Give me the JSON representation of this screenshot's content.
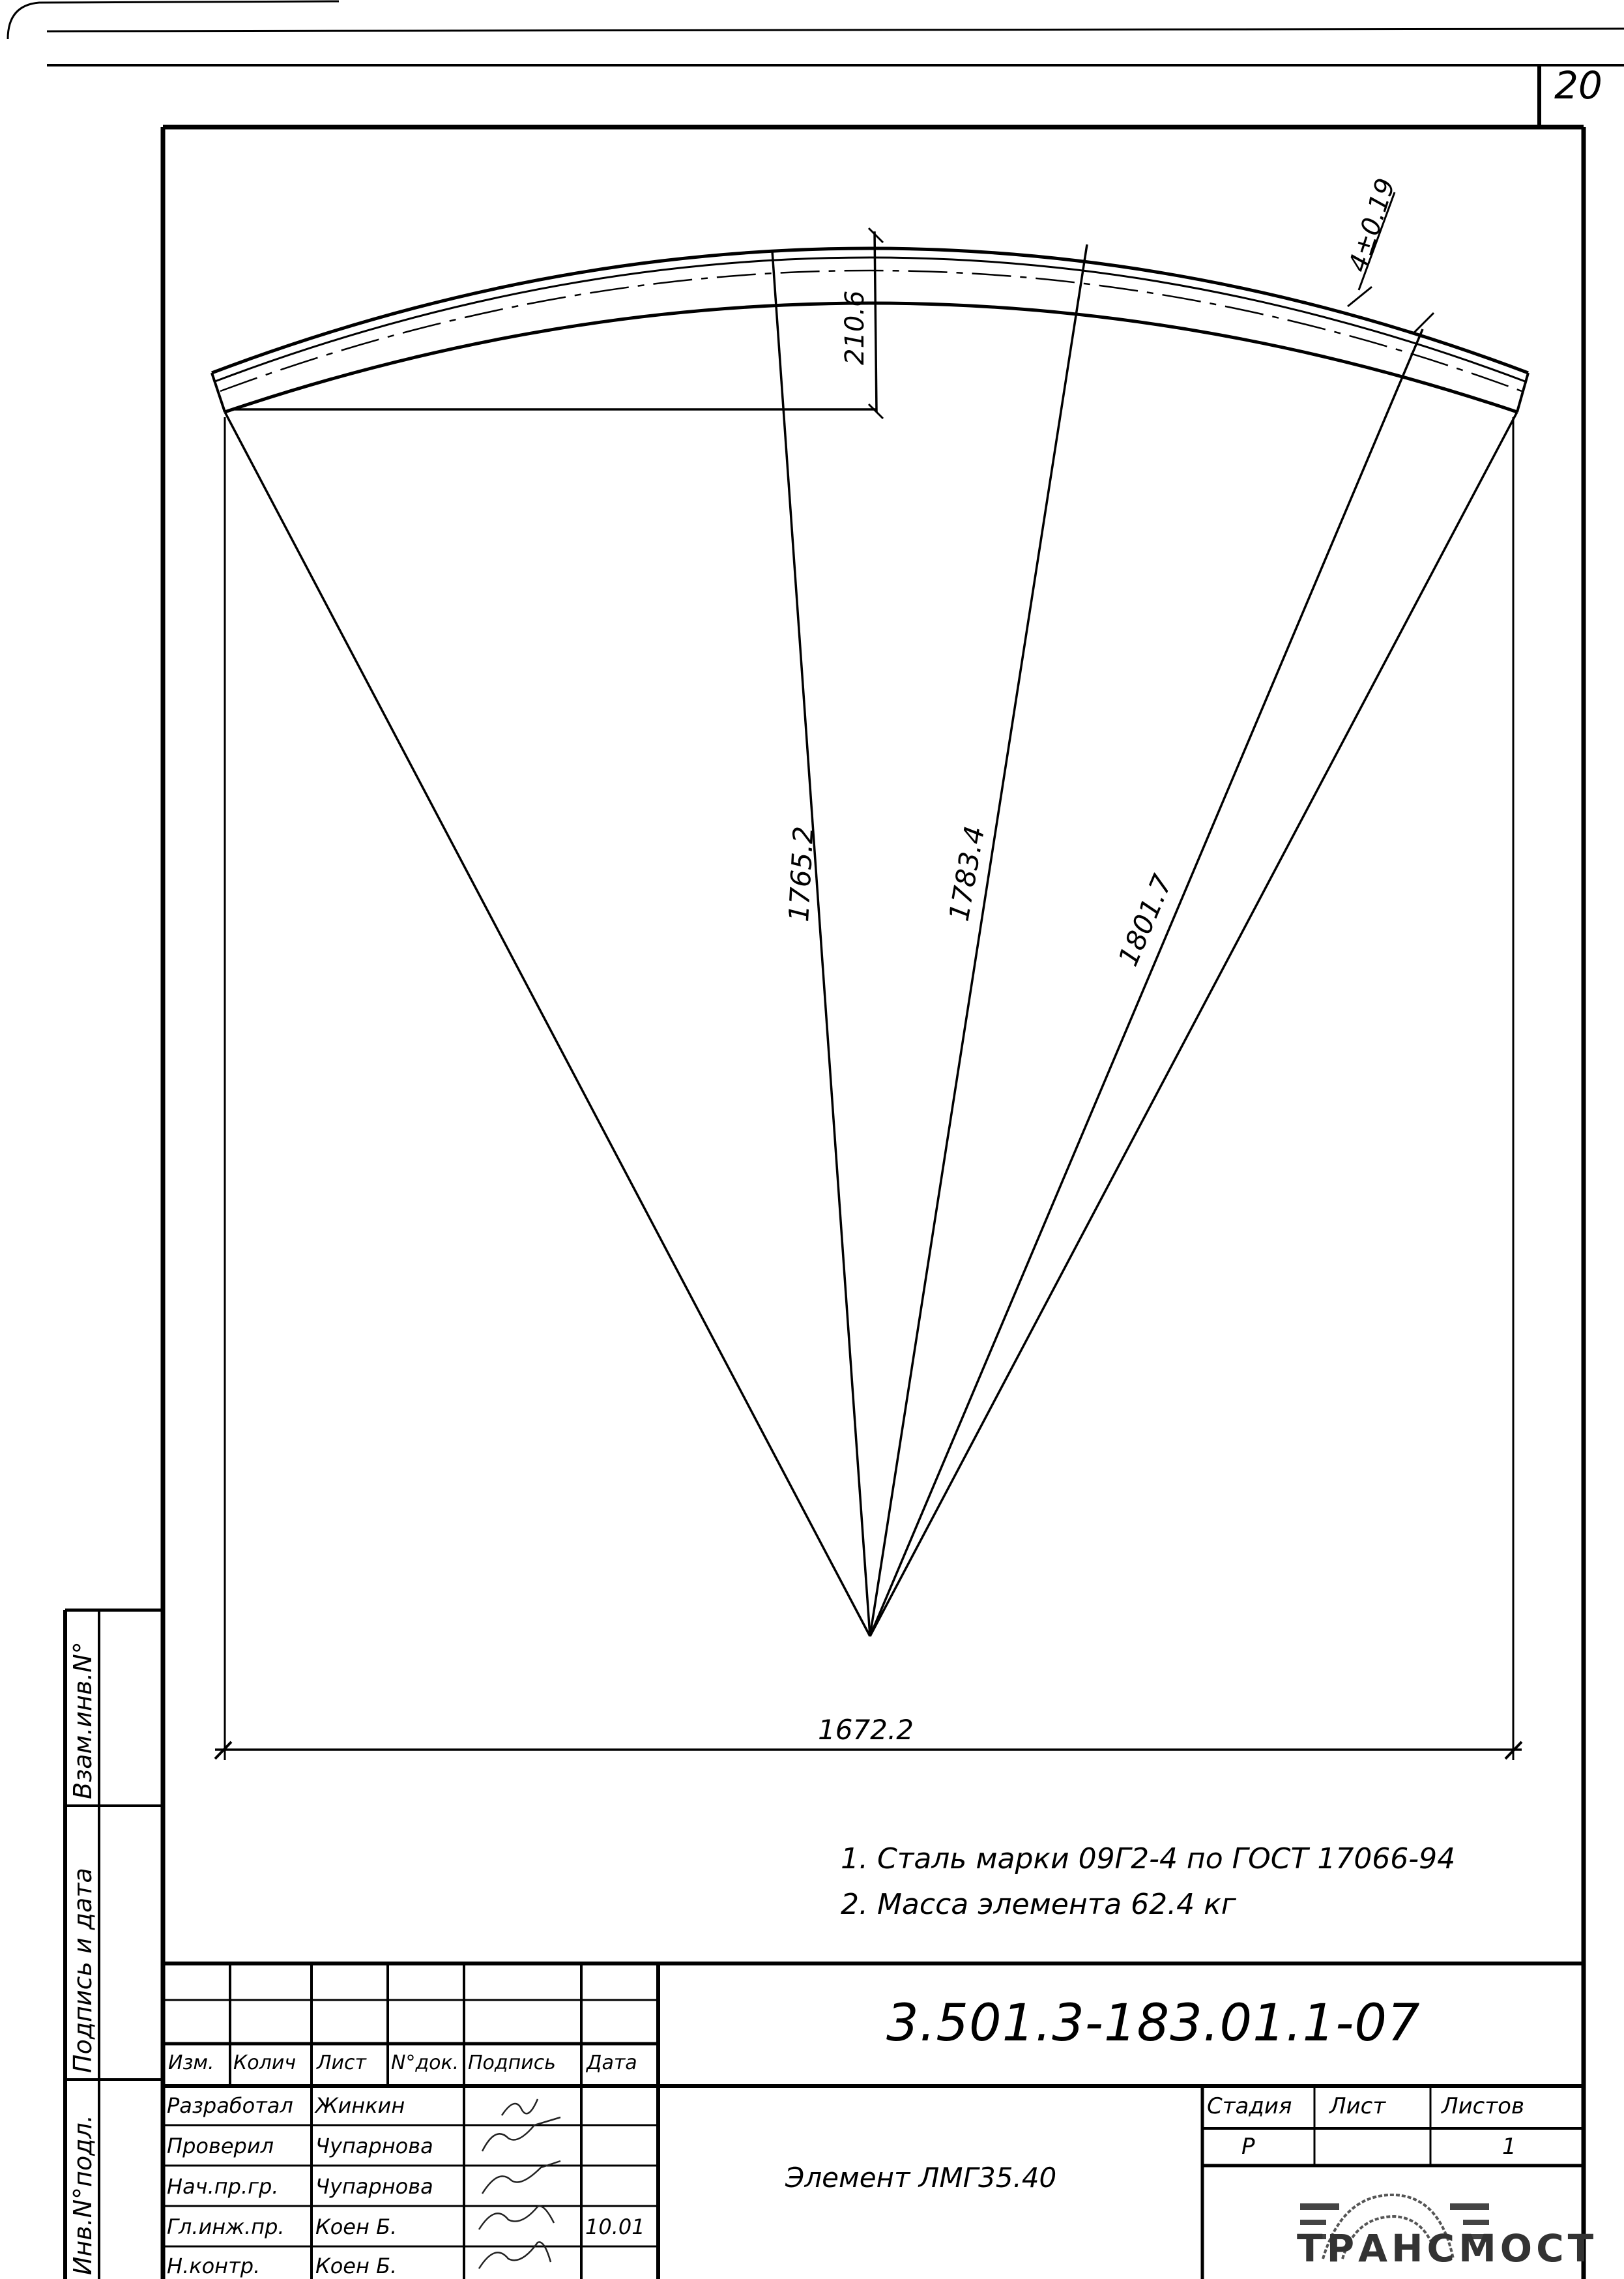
{
  "sheet": {
    "page_number": "20"
  },
  "drawing": {
    "dimensions": {
      "sagitta": "210.6",
      "thickness": "4±0.19",
      "radius_1": "1765.2",
      "radius_2": "1783.4",
      "radius_3": "1801.7",
      "chord": "1672.2"
    }
  },
  "notes": [
    "1. Сталь марки 09Г2-4 по ГОСТ 17066-94",
    "2. Масса элемента 62.4 кг"
  ],
  "side_stamp": {
    "inv_orig": "Инв.N°подл.",
    "sign_date": "Подпись и дата",
    "replace_inv": "Взам.инв.N°"
  },
  "title_block": {
    "document_code": "3.501.3-183.01.1-07",
    "element_name": "Элемент ЛМГ35.40",
    "revision_headers": [
      "Изм.",
      "Колич",
      "Лист",
      "N°док.",
      "Подпись",
      "Дата"
    ],
    "roles": [
      {
        "role": "Разработал",
        "name": "Жинкин",
        "date": ""
      },
      {
        "role": "Проверил",
        "name": "Чупарнова",
        "date": ""
      },
      {
        "role": "Нач.пр.гр.",
        "name": "Чупарнова",
        "date": ""
      },
      {
        "role": "Гл.инж.пр.",
        "name": "Коен Б.",
        "date": "10.01"
      },
      {
        "role": "Н.контр.",
        "name": "Коен Б.",
        "date": ""
      }
    ],
    "stage_header": "Стадия",
    "sheet_header": "Лист",
    "sheets_header": "Листов",
    "stage_value": "Р",
    "sheet_value": "",
    "sheets_value": "1",
    "company_logo": "ТРАНСМОСТ"
  }
}
